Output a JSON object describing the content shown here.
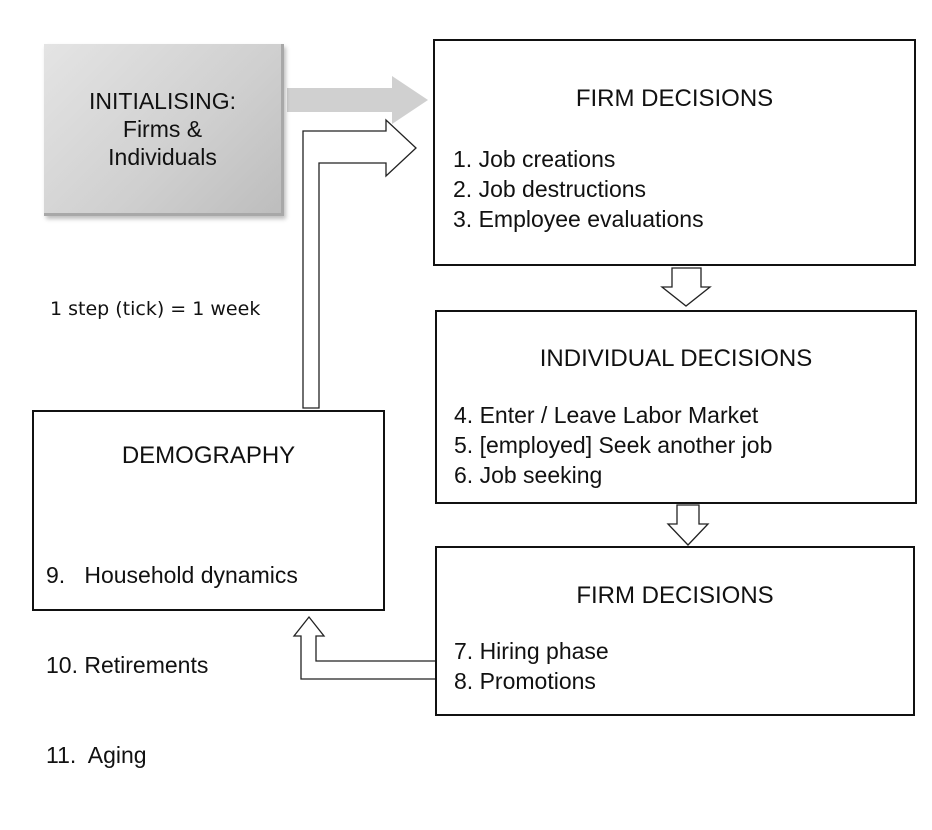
{
  "init": {
    "line1": "INITIALISING:",
    "line2": "Firms &",
    "line3": "Individuals"
  },
  "tick_label": "1 step (tick) = 1 week",
  "firm1": {
    "title": "FIRM DECISIONS",
    "items": [
      "1. Job creations",
      "2. Job destructions",
      "3. Employee evaluations"
    ]
  },
  "individual": {
    "title": "INDIVIDUAL DECISIONS",
    "items": [
      "4. Enter / Leave Labor Market",
      "5. [employed] Seek another job",
      "6. Job seeking"
    ]
  },
  "firm2": {
    "title": "FIRM DECISIONS",
    "items": [
      "7. Hiring phase",
      "8. Promotions"
    ]
  },
  "demography": {
    "title": "DEMOGRAPHY",
    "items": [
      "9.   Household dynamics",
      "10. Retirements",
      "11.  Aging"
    ]
  },
  "colors": {
    "init_fill": "#d4d4d4",
    "arrow_gray": "#d0d0d0",
    "border": "#111111"
  }
}
